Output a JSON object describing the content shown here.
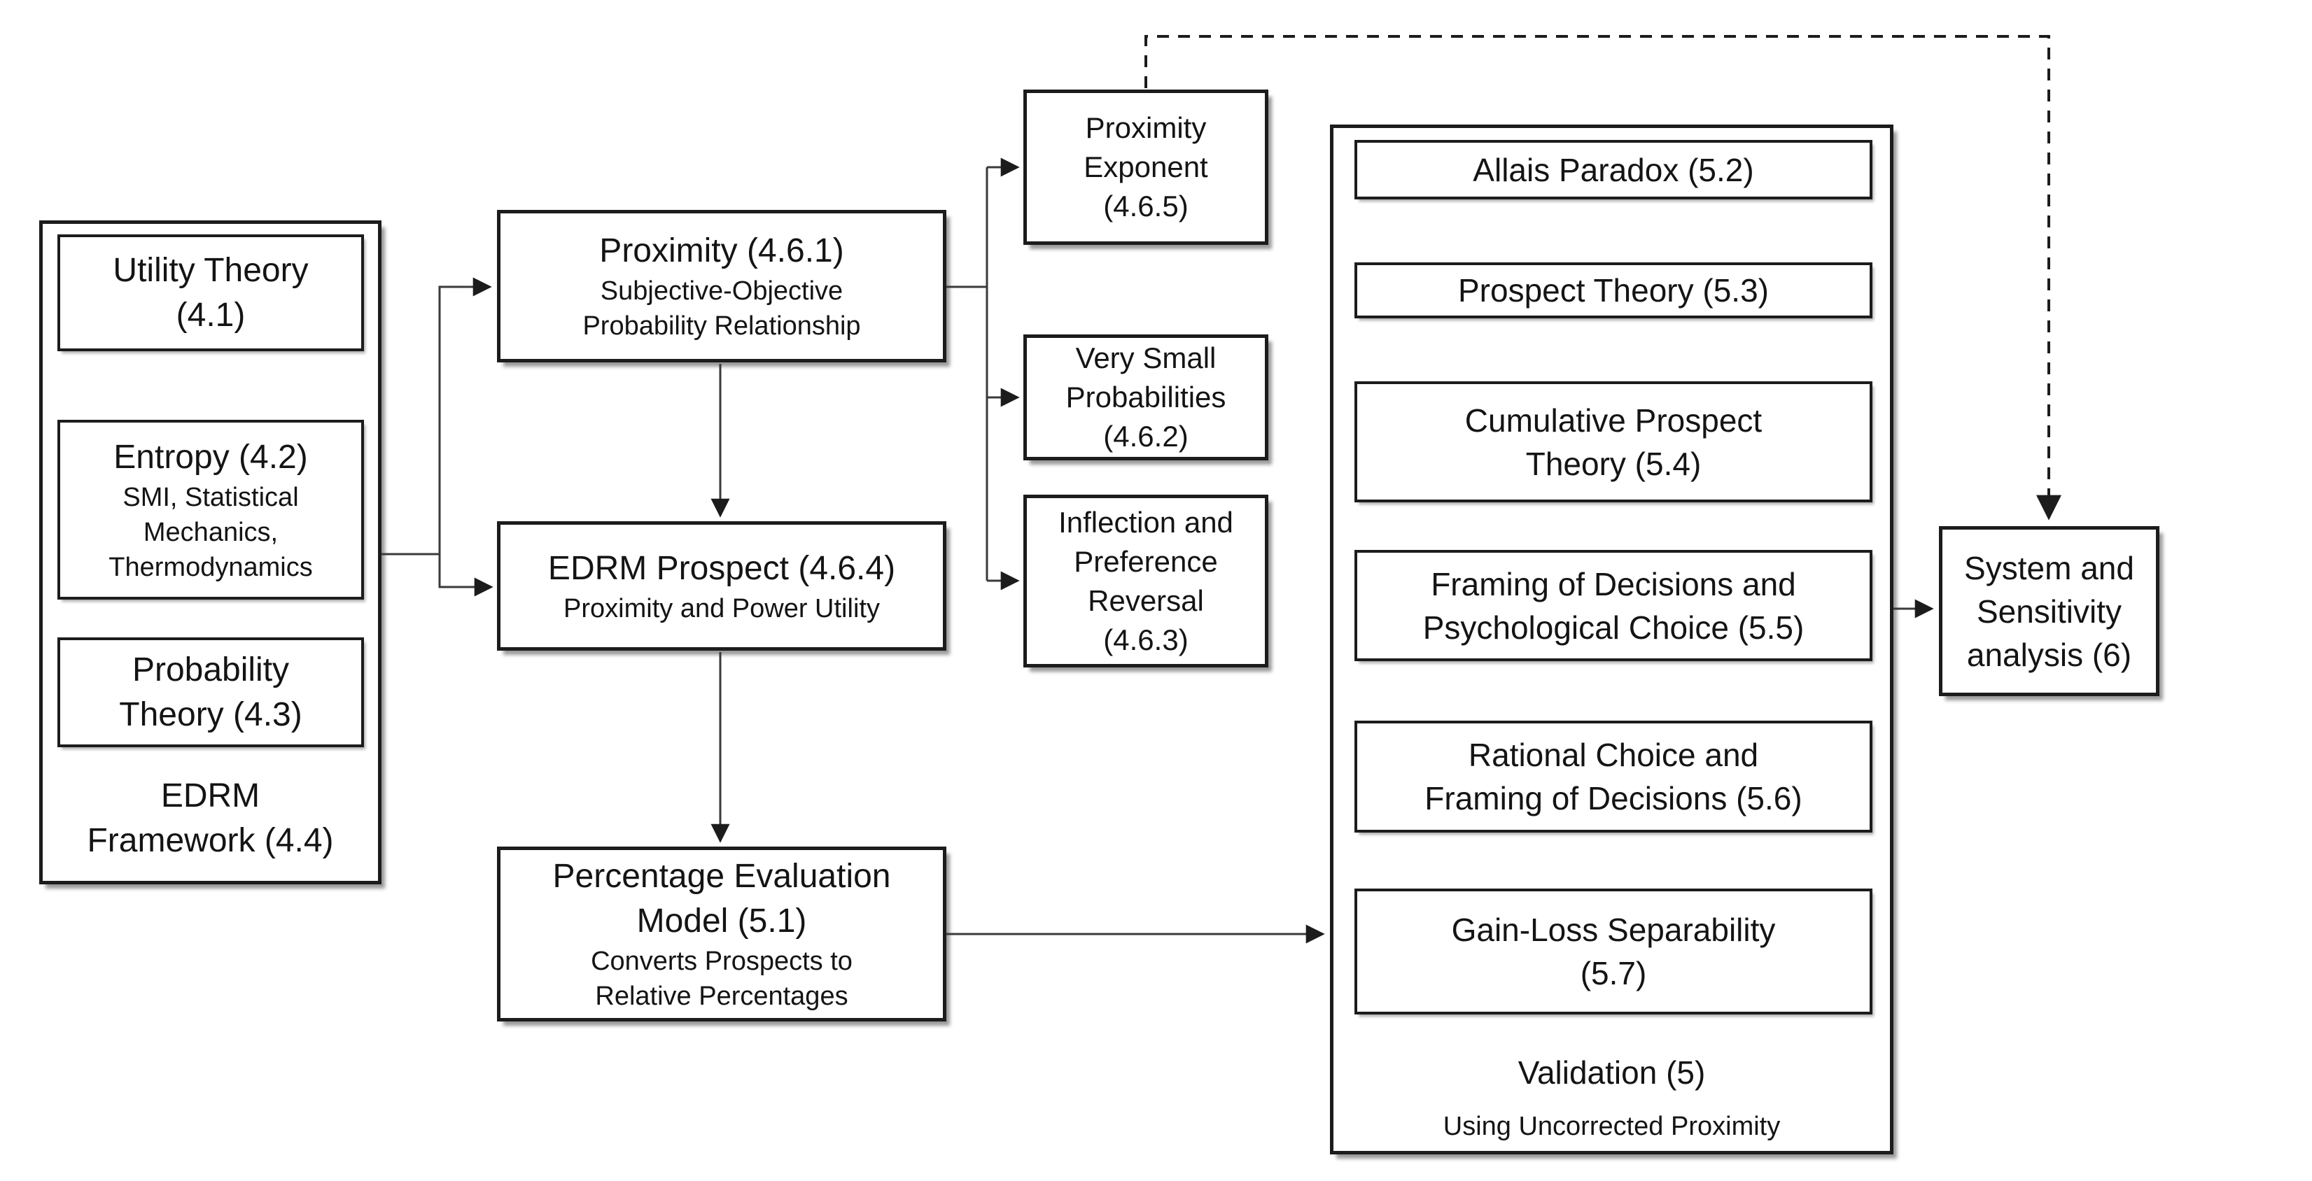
{
  "edrm_group": {
    "label": "EDRM\nFramework (4.4)",
    "utility": "Utility Theory\n(4.1)",
    "entropy_title": "Entropy (4.2)",
    "entropy_sub": "SMI, Statistical\nMechanics,\nThermodynamics",
    "probability": "Probability\nTheory (4.3)"
  },
  "middle": {
    "proximity_title": "Proximity (4.6.1)",
    "proximity_sub": "Subjective-Objective\nProbability Relationship",
    "prospect_title": "EDRM Prospect (4.6.4)",
    "prospect_sub": "Proximity and Power Utility",
    "percentage_title": "Percentage Evaluation\nModel (5.1)",
    "percentage_sub": "Converts Prospects to\nRelative Percentages"
  },
  "spinoffs": {
    "proximity_exponent": "Proximity\nExponent\n(4.6.5)",
    "very_small": "Very Small\nProbabilities\n(4.6.2)",
    "inflection": "Inflection and\nPreference\nReversal\n(4.6.3)"
  },
  "validation": {
    "allais": "Allais Paradox (5.2)",
    "prospect_theory": "Prospect Theory (5.3)",
    "cumulative": "Cumulative Prospect\nTheory (5.4)",
    "framing": "Framing of Decisions and\nPsychological Choice (5.5)",
    "rational": "Rational Choice and\nFraming of Decisions (5.6)",
    "gain_loss": "Gain-Loss Separability\n(5.7)",
    "label": "Validation (5)",
    "sublabel": "Using Uncorrected Proximity"
  },
  "system": {
    "label": "System and\nSensitivity\nanalysis (6)"
  },
  "colors": {
    "background": "#ffffff",
    "box_border": "#1c1c1c",
    "connector_line": "#3a3a3a",
    "dashed_line": "#1c1c1c",
    "text": "#141414",
    "shadow": "#b5b5b5"
  }
}
